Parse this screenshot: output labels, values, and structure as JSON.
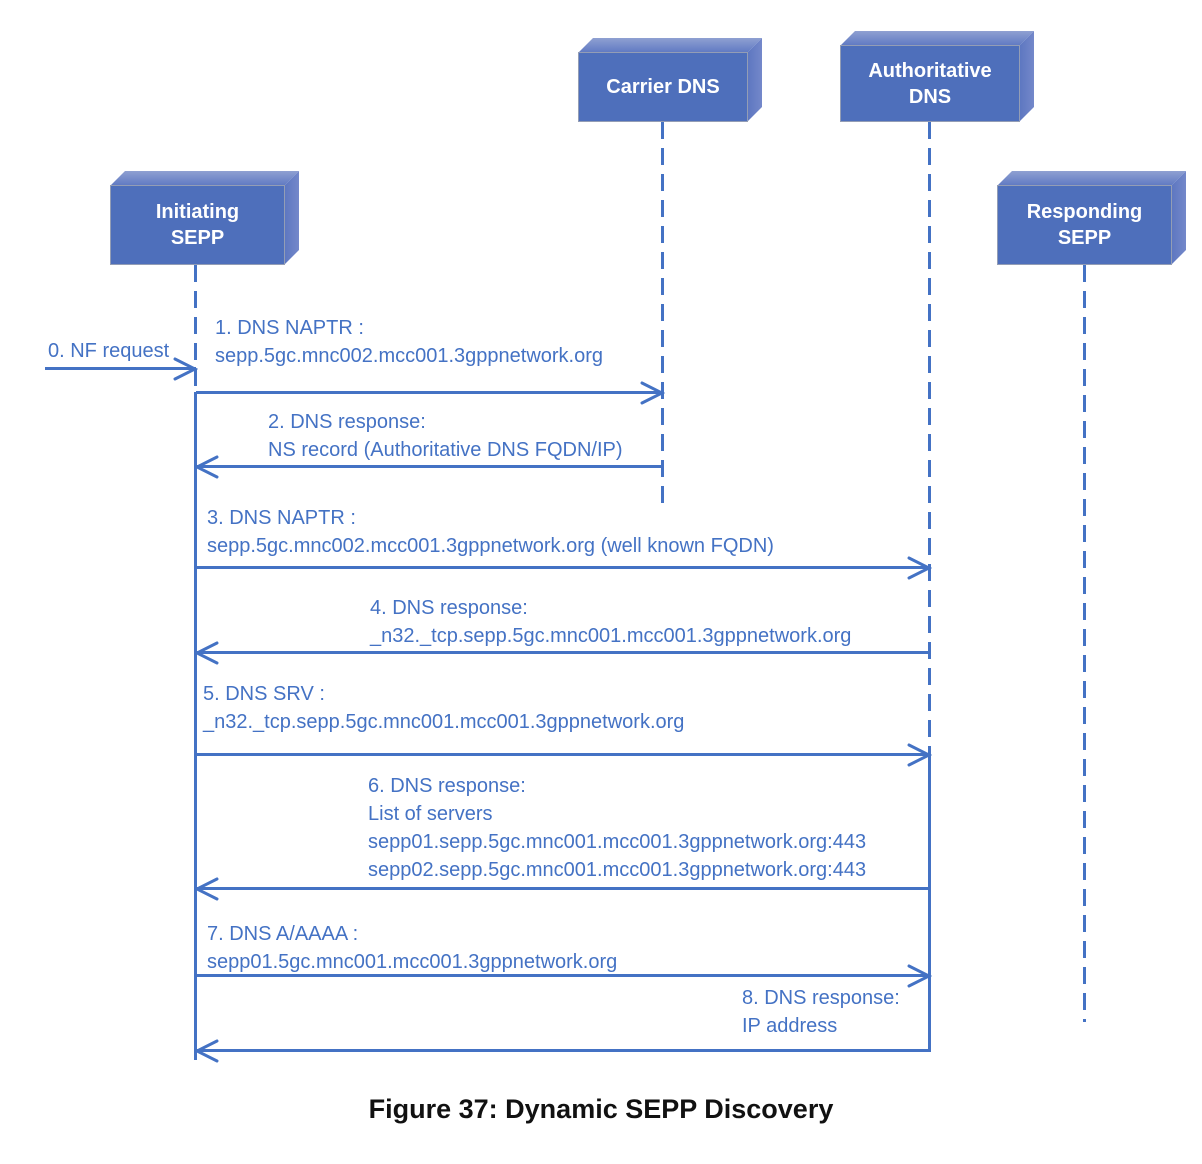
{
  "figure": {
    "caption": "Figure 37: Dynamic SEPP Discovery"
  },
  "colors": {
    "accent": "#4472C4",
    "box_fill": "#4E6FBB",
    "box_text": "#FFFFFF",
    "caption_text": "#111111"
  },
  "actors": {
    "initiating_sepp": {
      "line1": "Initiating",
      "line2": "SEPP"
    },
    "carrier_dns": {
      "line1": "Carrier DNS"
    },
    "authoritative_dns": {
      "line1": "Authoritative",
      "line2": "DNS"
    },
    "responding_sepp": {
      "line1": "Responding",
      "line2": "SEPP"
    }
  },
  "messages": {
    "m0": {
      "from": "external",
      "to": "Initiating SEPP",
      "direction": "right",
      "lines": [
        "0. NF request"
      ]
    },
    "m1": {
      "from": "Initiating SEPP",
      "to": "Carrier DNS",
      "direction": "right",
      "lines": [
        "1. DNS NAPTR :",
        "sepp.5gc.mnc002.mcc001.3gppnetwork.org"
      ]
    },
    "m2": {
      "from": "Carrier DNS",
      "to": "Initiating SEPP",
      "direction": "left",
      "lines": [
        "2. DNS response:",
        "NS record (Authoritative DNS FQDN/IP)"
      ]
    },
    "m3": {
      "from": "Initiating SEPP",
      "to": "Authoritative DNS",
      "direction": "right",
      "lines": [
        "3. DNS NAPTR :",
        "sepp.5gc.mnc002.mcc001.3gppnetwork.org (well known FQDN)"
      ]
    },
    "m4": {
      "from": "Authoritative DNS",
      "to": "Initiating SEPP",
      "direction": "left",
      "lines": [
        "4. DNS response:",
        "_n32._tcp.sepp.5gc.mnc001.mcc001.3gppnetwork.org"
      ]
    },
    "m5": {
      "from": "Initiating SEPP",
      "to": "Authoritative DNS",
      "direction": "right",
      "lines": [
        "5. DNS SRV :",
        "_n32._tcp.sepp.5gc.mnc001.mcc001.3gppnetwork.org"
      ]
    },
    "m6": {
      "from": "Authoritative DNS",
      "to": "Initiating SEPP",
      "direction": "left",
      "lines": [
        "6. DNS response:",
        "List of servers",
        "sepp01.sepp.5gc.mnc001.mcc001.3gppnetwork.org:443",
        "sepp02.sepp.5gc.mnc001.mcc001.3gppnetwork.org:443"
      ]
    },
    "m7": {
      "from": "Initiating SEPP",
      "to": "Authoritative DNS",
      "direction": "right",
      "lines": [
        "7. DNS A/AAAA :",
        "sepp01.5gc.mnc001.mcc001.3gppnetwork.org"
      ]
    },
    "m8": {
      "from": "Authoritative DNS",
      "to": "Initiating SEPP",
      "direction": "left",
      "lines": [
        "8. DNS response:",
        "IP address"
      ]
    }
  }
}
